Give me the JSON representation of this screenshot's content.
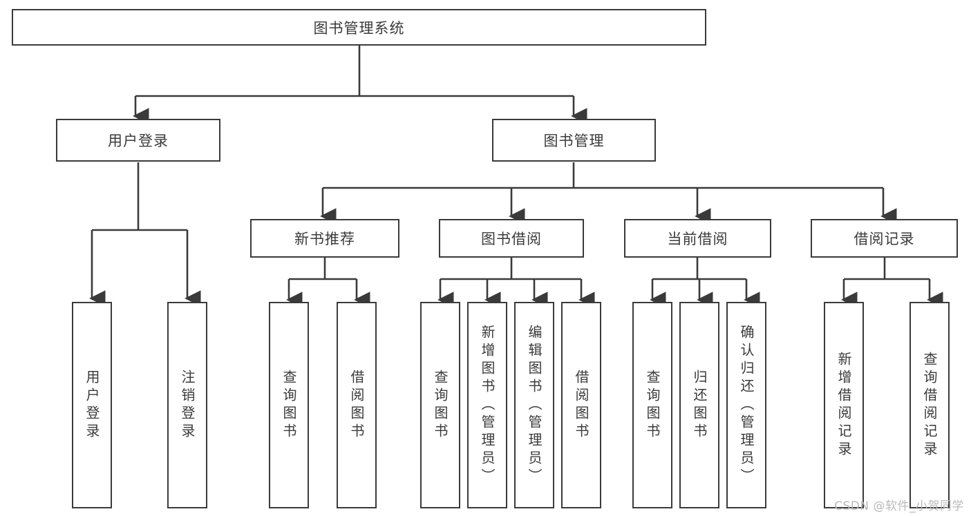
{
  "diagram": {
    "type": "tree",
    "title": "图书管理系统",
    "watermark": "CSDN @软件_小贺同学",
    "colors": {
      "stroke": "#3a3a3a",
      "fill": "#ffffff",
      "text": "#3a3a3a",
      "watermark": "#b9b9b9"
    },
    "levels": {
      "root": {
        "label": "图书管理系统"
      },
      "level2": [
        {
          "label": "用户登录"
        },
        {
          "label": "图书管理"
        }
      ],
      "level3": [
        {
          "label": "新书推荐"
        },
        {
          "label": "图书借阅"
        },
        {
          "label": "当前借阅"
        },
        {
          "label": "借阅记录"
        }
      ],
      "leaves_user_login": [
        {
          "label": "用户登录"
        },
        {
          "label": "注销登录"
        }
      ],
      "leaves_new_books": [
        {
          "label": "查询图书"
        },
        {
          "label": "借阅图书"
        }
      ],
      "leaves_borrow": [
        {
          "label": "查询图书"
        },
        {
          "label": "新增图书（管理员）"
        },
        {
          "label": "编辑图书（管理员）"
        },
        {
          "label": "借阅图书"
        }
      ],
      "leaves_current": [
        {
          "label": "查询图书"
        },
        {
          "label": "归还图书"
        },
        {
          "label": "确认归还（管理员）"
        }
      ],
      "leaves_records": [
        {
          "label": "新增借阅记录"
        },
        {
          "label": "查询借阅记录"
        }
      ]
    }
  }
}
